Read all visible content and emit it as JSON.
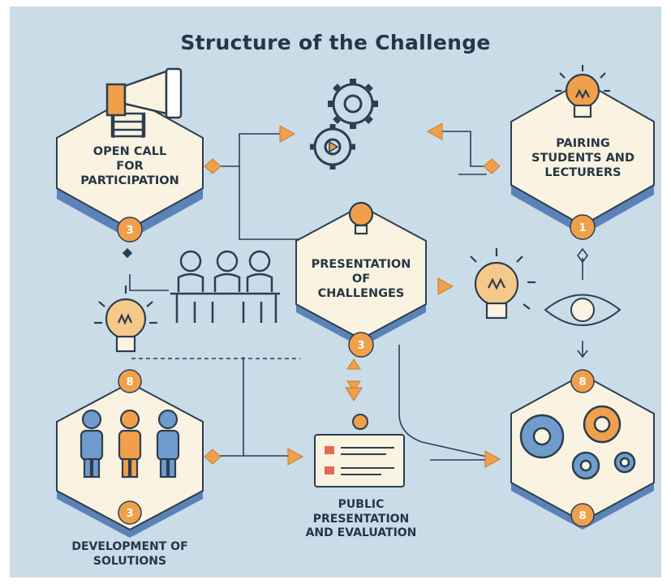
{
  "title": "Structure of the Challenge",
  "steps": {
    "open_call": {
      "label": "OPEN CALL\nFOR\nPARTICIPATION",
      "badge": "3"
    },
    "pairing": {
      "label": "PAIRING\nSTUDENTS AND\nLECTURERS",
      "badge": "1"
    },
    "presentation": {
      "label": "PRESENTATION\nOF\nCHALLENGES",
      "badge": "3"
    },
    "development": {
      "label": "DEVELOPMENT OF\nSOLUTIONS",
      "badge_top": "8",
      "badge_bottom": "3"
    },
    "public_presentation": {
      "label": "PUBLIC\nPRESENTATION\nAND EVALUATION"
    },
    "innovation": {
      "badge_top": "8",
      "badge_bottom": "8"
    }
  },
  "colors": {
    "background": "#c9dce8",
    "hex_fill": "#fbf3e1",
    "hex_edge": "#5b83b8",
    "accent_orange": "#f0a04a",
    "line": "#2c3e50",
    "person_blue": "#6f9ccc"
  },
  "icons": [
    "megaphone-icon",
    "gear-icon",
    "lightbulb-icon",
    "people-at-table-icon",
    "people-icon",
    "document-icon",
    "connector-node-icon"
  ]
}
